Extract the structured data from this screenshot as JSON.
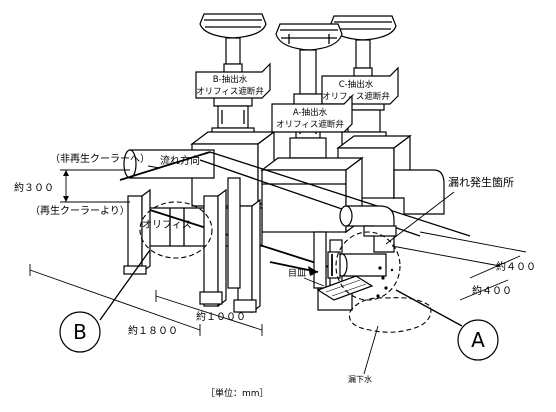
{
  "labels": {
    "valve_b": "B-抽出水\nオリフィス遮断弁",
    "valve_c": "C-抽出水\nオリフィス遮断弁",
    "valve_a": "A-抽出水\nオリフィス遮断弁",
    "from_nonregen": "（非再生クーラーへ）",
    "flow_direction": "流れ方向",
    "from_regen": "（再生クーラーより）",
    "orifice": "オリフィス",
    "leak_point": "漏れ発生箇所",
    "drip_pan": "目皿",
    "dripping_water": "漏下水",
    "unit": "［単位：mm］"
  },
  "dimensions": {
    "height_300": "約３００",
    "width_400_top": "約４００",
    "width_400_bottom": "約４００",
    "length_1800": "約１８００",
    "length_1000": "約１０００"
  },
  "callouts": {
    "a": "A",
    "b": "B"
  }
}
